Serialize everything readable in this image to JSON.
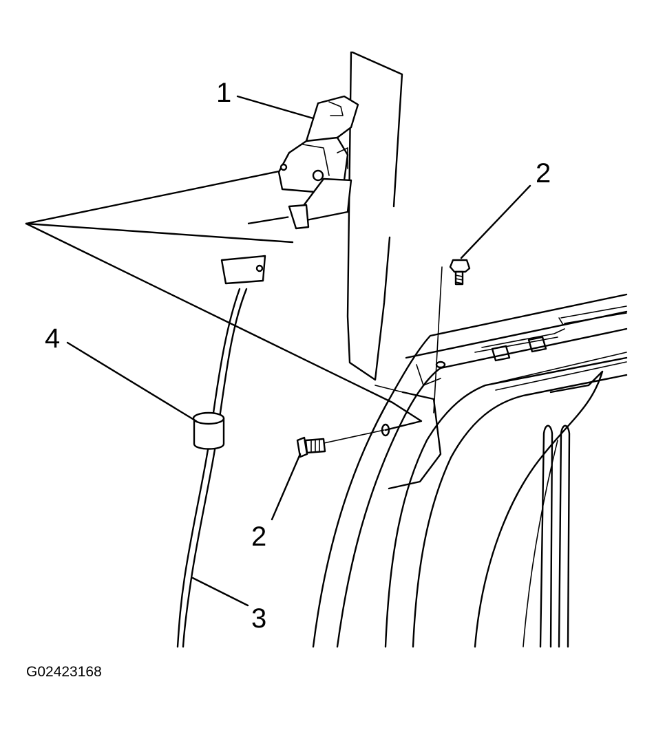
{
  "callouts": {
    "c1": "1",
    "c2a": "2",
    "c2b": "2",
    "c3": "3",
    "c4": "4"
  },
  "figure_id": "G02423168"
}
